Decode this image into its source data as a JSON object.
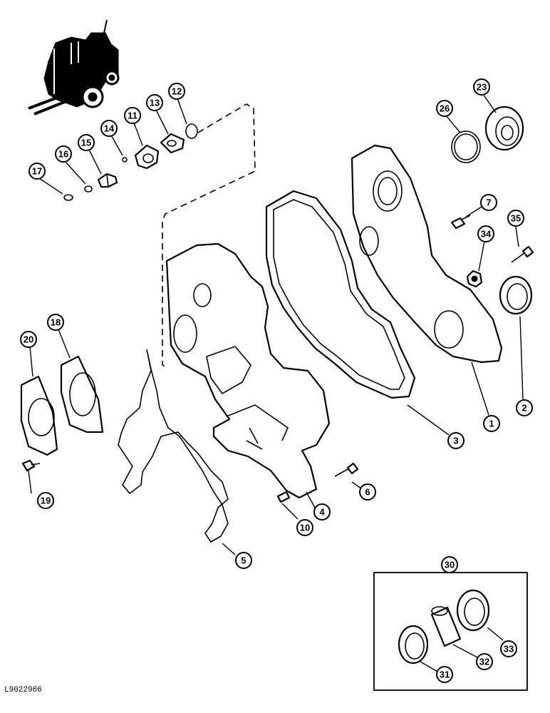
{
  "figure_id": "L9022966",
  "callouts": [
    {
      "id": "c1",
      "label": "1"
    },
    {
      "id": "c2",
      "label": "2"
    },
    {
      "id": "c3",
      "label": "3"
    },
    {
      "id": "c4",
      "label": "4"
    },
    {
      "id": "c5",
      "label": "5"
    },
    {
      "id": "c6",
      "label": "6"
    },
    {
      "id": "c7",
      "label": "7"
    },
    {
      "id": "c10",
      "label": "10"
    },
    {
      "id": "c11",
      "label": "11"
    },
    {
      "id": "c12",
      "label": "12"
    },
    {
      "id": "c13",
      "label": "13"
    },
    {
      "id": "c14",
      "label": "14"
    },
    {
      "id": "c15",
      "label": "15"
    },
    {
      "id": "c16",
      "label": "16"
    },
    {
      "id": "c17",
      "label": "17"
    },
    {
      "id": "c18",
      "label": "18"
    },
    {
      "id": "c19",
      "label": "19"
    },
    {
      "id": "c20",
      "label": "20"
    },
    {
      "id": "c23",
      "label": "23"
    },
    {
      "id": "c26",
      "label": "26"
    },
    {
      "id": "c30",
      "label": "30"
    },
    {
      "id": "c31",
      "label": "31"
    },
    {
      "id": "c32",
      "label": "32"
    },
    {
      "id": "c33",
      "label": "33"
    },
    {
      "id": "c34",
      "label": "34"
    },
    {
      "id": "c35",
      "label": "35"
    }
  ]
}
